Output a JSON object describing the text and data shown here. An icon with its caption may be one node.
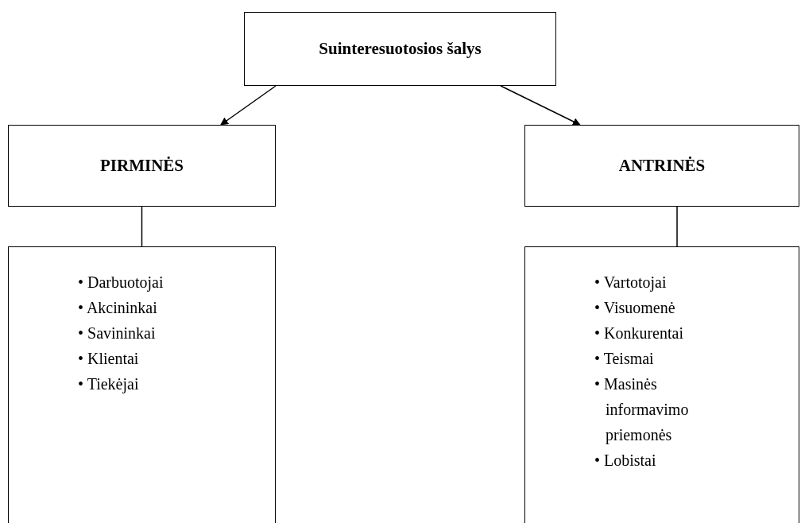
{
  "diagram": {
    "nodes": [
      {
        "text": [
          "Suinteresuotosios šalys"
        ]
      },
      {
        "text": [
          "PIRMINĖS"
        ]
      },
      {
        "text": [
          "ANTRINĖS"
        ]
      },
      {
        "text": [
          "• Darbuotojai",
          "• Akcininkai",
          "• Savininkai",
          "• Klientai",
          "• Tiekėjai"
        ]
      },
      {
        "text": [
          "• Vartotojai",
          "• Visuomenė",
          "• Konkurentai",
          "• Teismai",
          "• Masinės informavimo priemonės",
          "• Lobistai"
        ]
      }
    ],
    "edges": [
      {
        "from": 0,
        "to": 1,
        "arrow": "to"
      },
      {
        "from": 0,
        "to": 2,
        "arrow": "to"
      },
      {
        "from": 1,
        "to": 3,
        "arrow": "none"
      },
      {
        "from": 2,
        "to": 4,
        "arrow": "none"
      }
    ]
  }
}
